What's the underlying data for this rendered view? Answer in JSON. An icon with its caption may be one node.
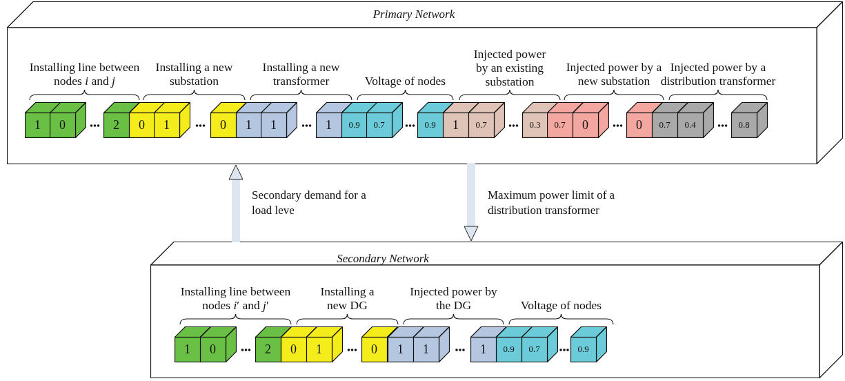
{
  "diagram": {
    "nodes": [
      {
        "text": [
          "Primary Network"
        ]
      },
      {
        "text": [
          "1"
        ],
        "in": 0
      },
      {
        "text": [
          "0"
        ],
        "in": 0
      },
      {
        "text": [
          "2"
        ],
        "in": 0
      },
      {
        "text": [
          "0"
        ],
        "in": 0
      },
      {
        "text": [
          "1"
        ],
        "in": 0
      },
      {
        "text": [
          "0"
        ],
        "in": 0
      },
      {
        "text": [
          "1"
        ],
        "in": 0
      },
      {
        "text": [
          "1"
        ],
        "in": 0
      },
      {
        "text": [
          "1"
        ],
        "in": 0
      },
      {
        "text": [
          "0.9"
        ],
        "in": 0
      },
      {
        "text": [
          "0.7"
        ],
        "in": 0
      },
      {
        "text": [
          "0.9"
        ],
        "in": 0
      },
      {
        "text": [
          "1"
        ],
        "in": 0
      },
      {
        "text": [
          "0.7"
        ],
        "in": 0
      },
      {
        "text": [
          "0.3"
        ],
        "in": 0
      },
      {
        "text": [
          "0.7"
        ],
        "in": 0
      },
      {
        "text": [
          "0"
        ],
        "in": 0
      },
      {
        "text": [
          "0"
        ],
        "in": 0
      },
      {
        "text": [
          "0.7"
        ],
        "in": 0
      },
      {
        "text": [
          "0.4"
        ],
        "in": 0
      },
      {
        "text": [
          "0.8"
        ],
        "in": 0
      },
      {
        "text": [
          "Secondary Network"
        ]
      },
      {
        "text": [
          "1"
        ],
        "in": 22
      },
      {
        "text": [
          "0"
        ],
        "in": 22
      },
      {
        "text": [
          "2"
        ],
        "in": 22
      },
      {
        "text": [
          "0"
        ],
        "in": 22
      },
      {
        "text": [
          "1"
        ],
        "in": 22
      },
      {
        "text": [
          "0"
        ],
        "in": 22
      },
      {
        "text": [
          "1"
        ],
        "in": 22
      },
      {
        "text": [
          "1"
        ],
        "in": 22
      },
      {
        "text": [
          "1"
        ],
        "in": 22
      },
      {
        "text": [
          "0.9"
        ],
        "in": 22
      },
      {
        "text": [
          "0.7"
        ],
        "in": 22
      },
      {
        "text": [
          "0.9"
        ],
        "in": 22
      }
    ],
    "edges": [
      {
        "from": 22,
        "to": 0,
        "arrow": "to",
        "label": "Secondary demand for a load leve"
      },
      {
        "from": 0,
        "to": 22,
        "arrow": "to",
        "label": "Maximum power limit of a distribution transformer"
      }
    ],
    "labels": [
      "Installing line between nodes *i* and *j*",
      "Installing a new substation",
      "Installing a new transformer",
      "Voltage of nodes",
      "Injected power by an existing substation",
      "Injected power by a new substation",
      "Injected power by a distribution transformer",
      "Installing line between nodes *i*′ and *j*′",
      "Installing a new DG",
      "Injected power by the DG",
      "Voltage of nodes"
    ]
  }
}
